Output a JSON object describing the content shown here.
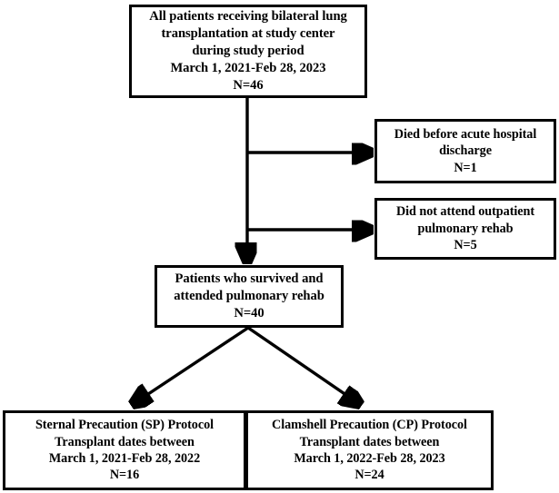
{
  "figure": {
    "type": "flowchart",
    "orientation": "top-down",
    "title": "Patient selection flow diagram"
  },
  "nodes": [
    {
      "id": "cohort",
      "role": "root",
      "lines": [
        "All patients receiving bilateral lung",
        "transplantation at study center",
        "during study period",
        "March 1, 2021-Feb 28, 2023",
        "N=46"
      ],
      "count": 46
    },
    {
      "id": "died",
      "role": "exclusion",
      "lines": [
        "Died before acute hospital",
        "discharge",
        "N=1"
      ],
      "count": 1
    },
    {
      "id": "norehab",
      "role": "exclusion",
      "lines": [
        "Did not attend outpatient",
        "pulmonary rehab",
        "N=5"
      ],
      "count": 5
    },
    {
      "id": "survived",
      "role": "included",
      "lines": [
        "Patients who survived and",
        "attended pulmonary rehab",
        "N=40"
      ],
      "count": 40
    },
    {
      "id": "sp",
      "role": "group",
      "lines": [
        "Sternal Precaution (SP) Protocol",
        "Transplant dates between",
        "March 1, 2021-Feb 28, 2022",
        "N=16"
      ],
      "count": 16
    },
    {
      "id": "cp",
      "role": "group",
      "lines": [
        "Clamshell Precaution (CP) Protocol",
        "Transplant dates between",
        "March 1, 2022-Feb 28, 2023",
        "N=24"
      ],
      "count": 24
    }
  ],
  "edges": [
    {
      "from": "cohort",
      "to": "died",
      "style": "elbow-right"
    },
    {
      "from": "cohort",
      "to": "norehab",
      "style": "elbow-right"
    },
    {
      "from": "cohort",
      "to": "survived",
      "style": "straight-down"
    },
    {
      "from": "survived",
      "to": "sp",
      "style": "diagonal-left"
    },
    {
      "from": "survived",
      "to": "cp",
      "style": "diagonal-right"
    }
  ],
  "colors": {
    "stroke": "#000000",
    "fill": "#ffffff",
    "text": "#000000"
  }
}
